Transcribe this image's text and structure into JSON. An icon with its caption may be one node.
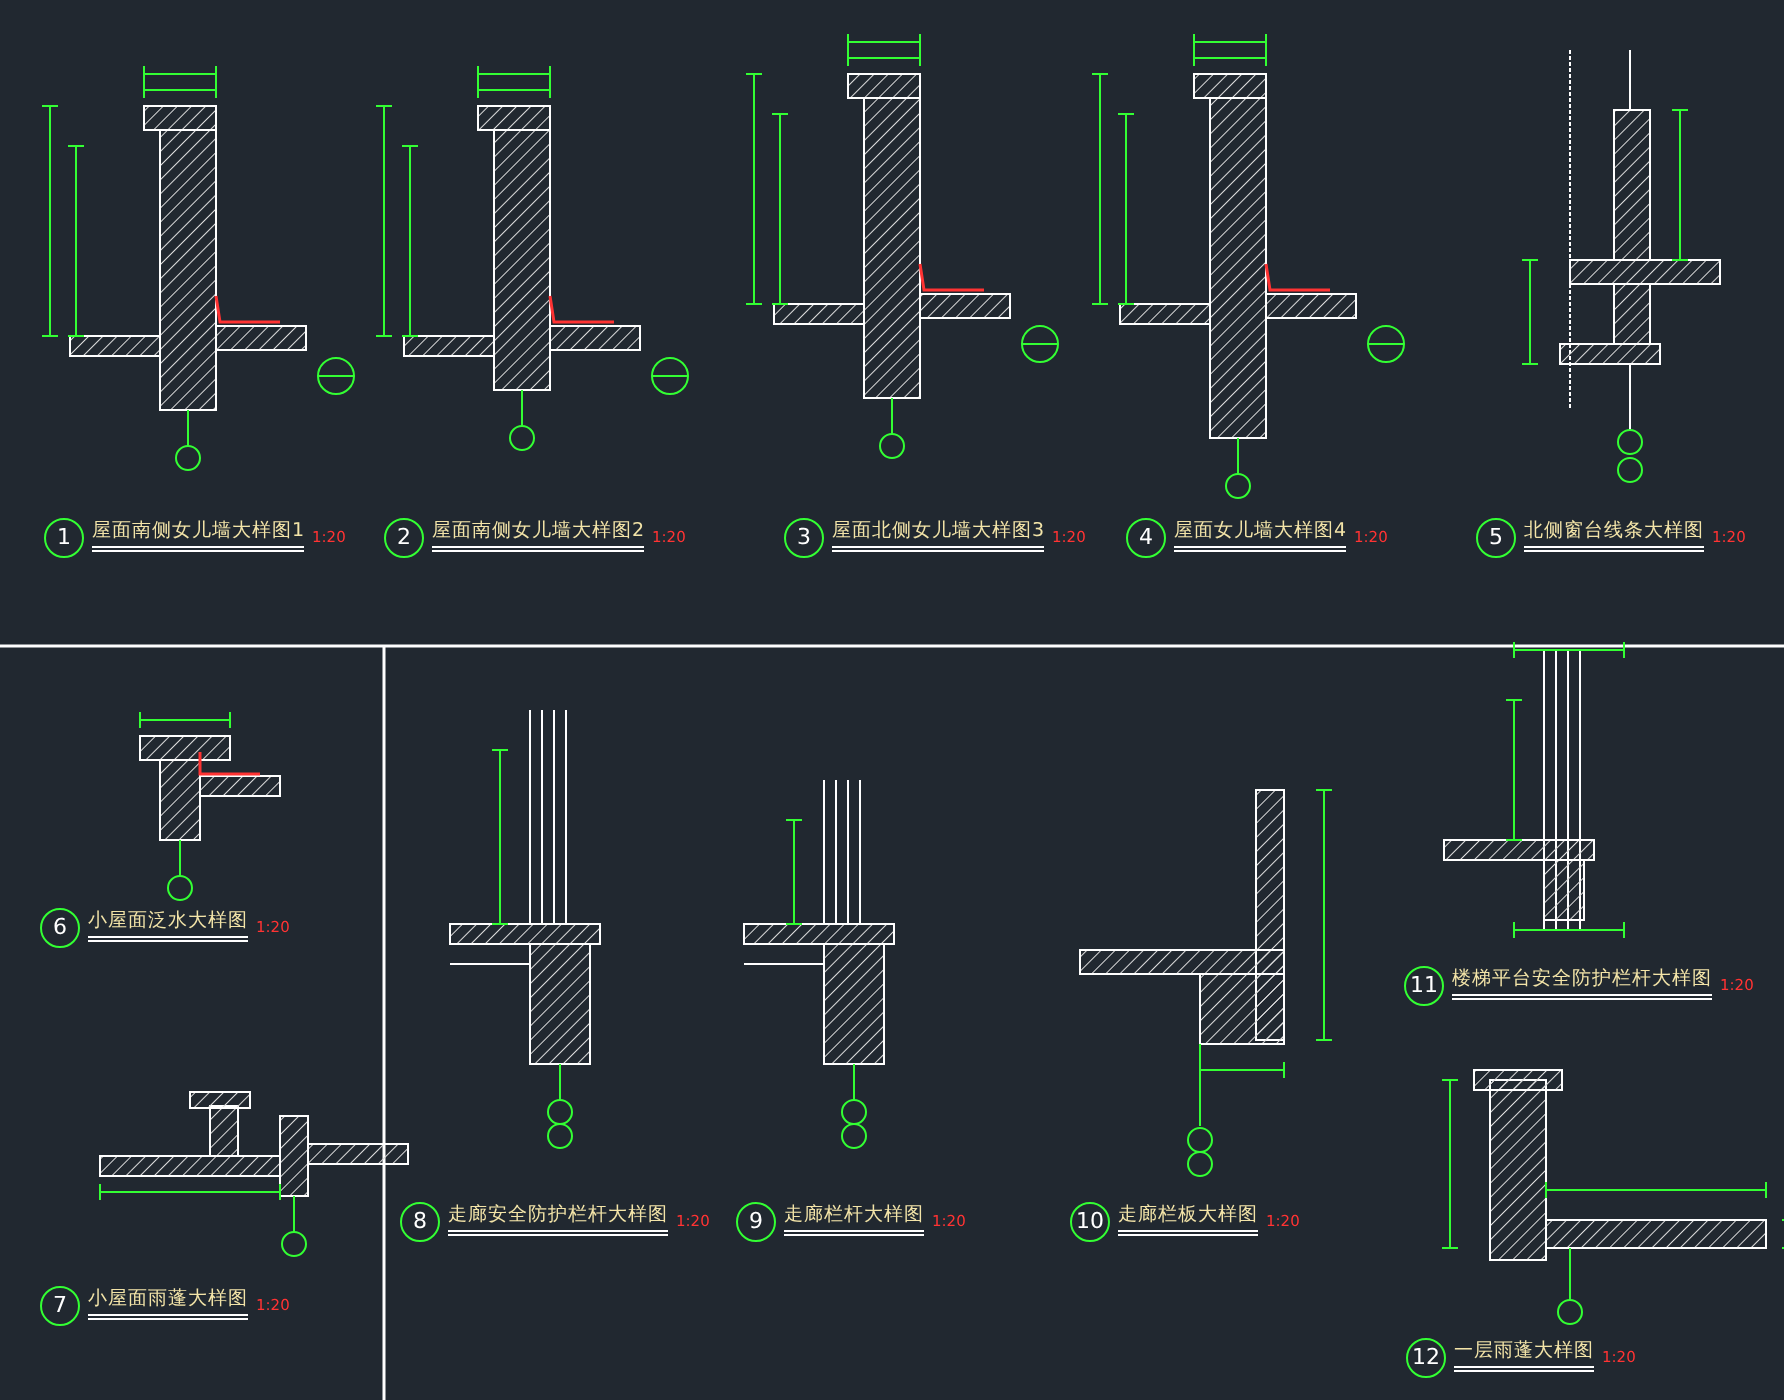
{
  "diagram": {
    "labels": [
      "1",
      "屋面南侧女儿墙大样图1",
      "1:20",
      "2",
      "屋面南侧女儿墙大样图2",
      "1:20",
      "3",
      "屋面北侧女儿墙大样图3",
      "1:20",
      "4",
      "屋面女儿墙大样图4",
      "1:20",
      "5",
      "北侧窗台线条大样图",
      "1:20",
      "6",
      "小屋面泛水大样图",
      "1:20",
      "11",
      "楼梯平台安全防护栏杆大样图",
      "1:20",
      "8",
      "走廊安全防护栏杆大样图",
      "1:20",
      "9",
      "走廊栏杆大样图",
      "1:20",
      "10",
      "走廊栏板大样图",
      "1:20",
      "7",
      "小屋面雨蓬大样图",
      "1:20",
      "12",
      "一层雨蓬大样图",
      "1:20"
    ]
  }
}
